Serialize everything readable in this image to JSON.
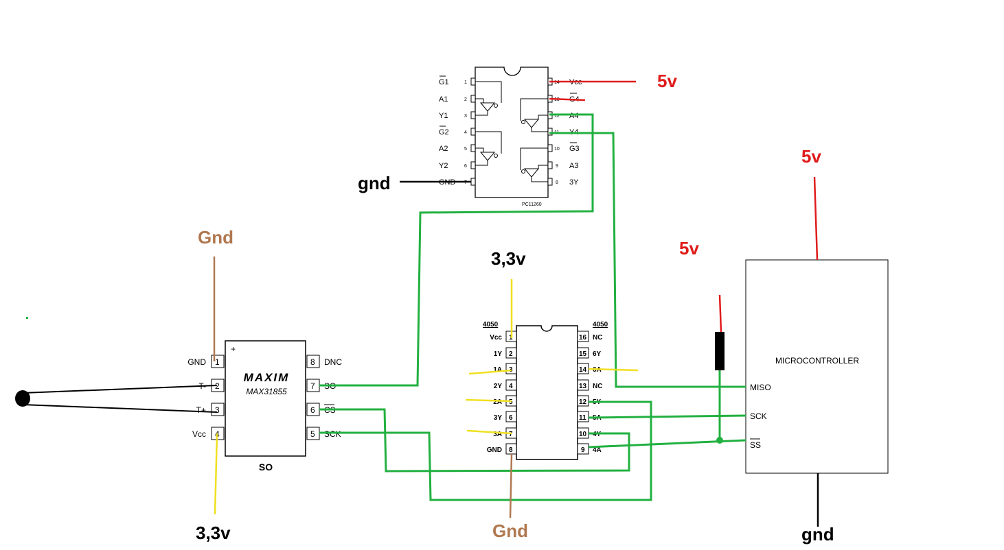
{
  "colors": {
    "power": "#e01b1b",
    "ground_brown": "#b07850",
    "ground_black": "#000000",
    "logic_33": "#f0e020",
    "wire": "#22b040"
  },
  "labels": {
    "top_5v": "5v",
    "gnd_top": "gnd",
    "gnd_brown_left": "Gnd",
    "v33_left": "3,3v",
    "v33_mid": "3,3v",
    "gnd_brown_mid": "Gnd",
    "v5_right": "5v",
    "v5_mcu": "5v",
    "gnd_mcu": "gnd"
  },
  "buffer_chip": {
    "part": "PC11260",
    "left_pins": [
      {
        "num": "1",
        "name": "G1",
        "bar": true
      },
      {
        "num": "2",
        "name": "A1"
      },
      {
        "num": "3",
        "name": "Y1"
      },
      {
        "num": "4",
        "name": "G2",
        "bar": true
      },
      {
        "num": "5",
        "name": "A2"
      },
      {
        "num": "6",
        "name": "Y2"
      },
      {
        "num": "7",
        "name": "GND"
      }
    ],
    "right_pins": [
      {
        "num": "14",
        "name": "Vcc"
      },
      {
        "num": "13",
        "name": "G4",
        "bar": true
      },
      {
        "num": "12",
        "name": "A4"
      },
      {
        "num": "11",
        "name": "Y4"
      },
      {
        "num": "10",
        "name": "G3",
        "bar": true
      },
      {
        "num": "9",
        "name": "A3"
      },
      {
        "num": "8",
        "name": "3Y"
      }
    ]
  },
  "max_chip": {
    "logo": "MAXIM",
    "part": "MAX31855",
    "package": "SO",
    "plus": "+",
    "left_pins": [
      {
        "num": "1",
        "name": "GND"
      },
      {
        "num": "2",
        "name": "T-"
      },
      {
        "num": "3",
        "name": "T+"
      },
      {
        "num": "4",
        "name": "Vcc"
      }
    ],
    "right_pins": [
      {
        "num": "8",
        "name": "DNC"
      },
      {
        "num": "7",
        "name": "SO"
      },
      {
        "num": "6",
        "name": "CS",
        "bar": true
      },
      {
        "num": "5",
        "name": "SCK"
      }
    ]
  },
  "chip4050": {
    "title_left": "4050",
    "title_right": "4050",
    "left_pins": [
      {
        "num": "1",
        "name": "Vcc"
      },
      {
        "num": "2",
        "name": "1Y"
      },
      {
        "num": "3",
        "name": "1A"
      },
      {
        "num": "4",
        "name": "2Y"
      },
      {
        "num": "5",
        "name": "2A"
      },
      {
        "num": "6",
        "name": "3Y"
      },
      {
        "num": "7",
        "name": "3A"
      },
      {
        "num": "8",
        "name": "GND"
      }
    ],
    "right_pins": [
      {
        "num": "16",
        "name": "NC"
      },
      {
        "num": "15",
        "name": "6Y"
      },
      {
        "num": "14",
        "name": "6A"
      },
      {
        "num": "13",
        "name": "NC"
      },
      {
        "num": "12",
        "name": "5Y"
      },
      {
        "num": "11",
        "name": "5A"
      },
      {
        "num": "10",
        "name": "4Y"
      },
      {
        "num": "9",
        "name": "4A"
      }
    ]
  },
  "mcu": {
    "title": "MICROCONTROLLER",
    "pins": [
      "MISO",
      "SCK",
      "SS"
    ]
  }
}
